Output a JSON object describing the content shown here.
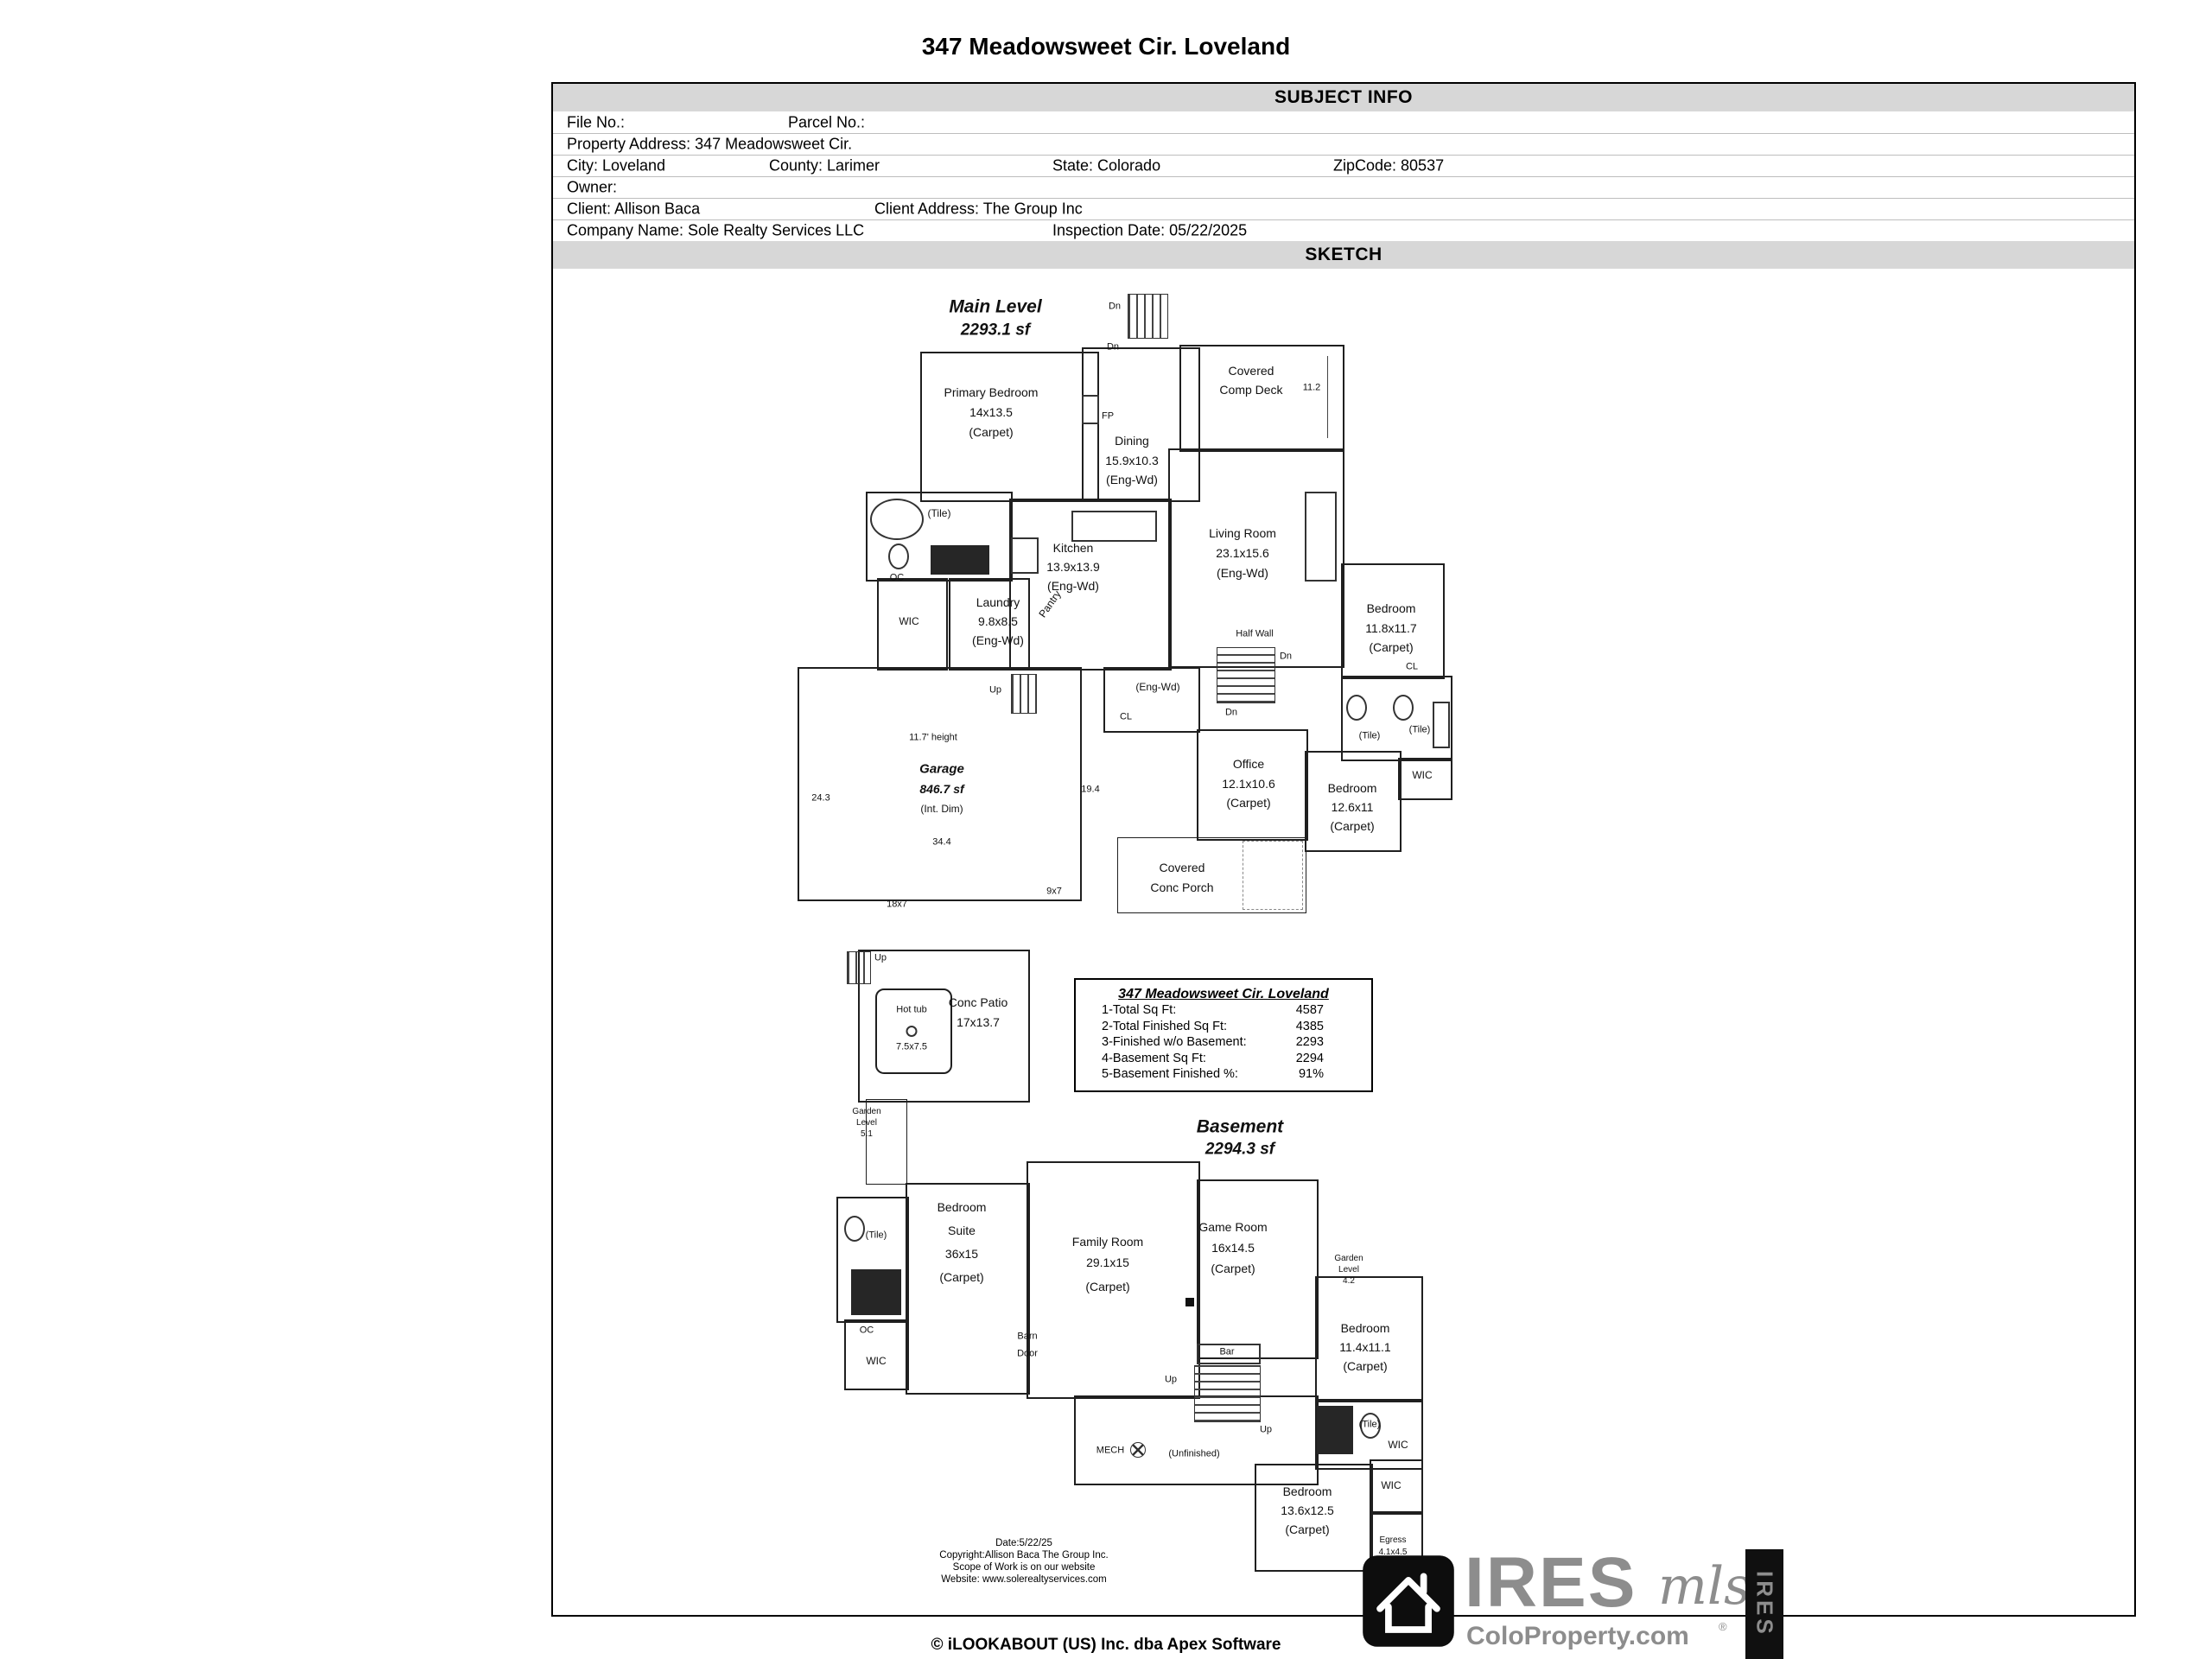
{
  "page": {
    "title": "347 Meadowsweet Cir. Loveland",
    "footer": "© iLOOKABOUT (US) Inc. dba Apex Software"
  },
  "subject_info": {
    "header": "SUBJECT INFO",
    "file_no": "File No.:",
    "parcel_no": "Parcel No.:",
    "property_address": "Property Address: 347 Meadowsweet Cir.",
    "city": "City: Loveland",
    "county": "County: Larimer",
    "state": "State: Colorado",
    "zipcode": "ZipCode: 80537",
    "owner": "Owner:",
    "client": "Client: Allison Baca",
    "client_address": "Client Address: The Group Inc",
    "company_name": "Company Name: Sole Realty Services LLC",
    "inspection_date": "Inspection Date: 05/22/2025"
  },
  "sketch": {
    "header": "SKETCH",
    "main_level": {
      "title": "Main Level",
      "area": "2293.1 sf",
      "dn_top": "Dn",
      "dn_top2": "Dn",
      "primary_bedroom": {
        "name": "Primary Bedroom",
        "dim": "14x13.5",
        "floor": "(Carpet)"
      },
      "fp": "FP",
      "dining": {
        "name": "Dining",
        "dim": "15.9x10.3",
        "floor": "(Eng-Wd)"
      },
      "deck": {
        "line1": "Covered",
        "line2": "Comp Deck",
        "dim": "11.2"
      },
      "living_room": {
        "name": "Living Room",
        "dim": "23.1x15.6",
        "floor": "(Eng-Wd)"
      },
      "bath_tile": "(Tile)",
      "kitchen": {
        "name": "Kitchen",
        "dim": "13.9x13.9",
        "floor": "(Eng-Wd)"
      },
      "pantry": "Pantry",
      "oc": "OC",
      "wic": "WIC",
      "laundry": {
        "name": "Laundry",
        "dim": "9.8x8.5",
        "floor": "(Eng-Wd)"
      },
      "up": "Up",
      "garage": {
        "height": "11.7' height",
        "name": "Garage",
        "area": "846.7 sf",
        "note": "(Int. Dim)",
        "dim_left": "24.3",
        "dim_right": "19.4",
        "dim_width": "34.4",
        "door1": "18x7",
        "door2": "9x7"
      },
      "hall_floor": "(Eng-Wd)",
      "hall_cl": "CL",
      "half_wall": "Half Wall",
      "dn_mid": "Dn",
      "dn_mid2": "Dn",
      "office": {
        "name": "Office",
        "dim": "12.1x10.6",
        "floor": "(Carpet)"
      },
      "bedroom_ne": {
        "name": "Bedroom",
        "dim": "11.8x11.7",
        "floor": "(Carpet)"
      },
      "cl_ne": "CL",
      "bath_tile1": "(Tile)",
      "bath_tile2": "(Tile)",
      "wic_e": "WIC",
      "bedroom_se": {
        "name": "Bedroom",
        "dim": "12.6x11",
        "floor": "(Carpet)"
      },
      "porch": {
        "line1": "Covered",
        "line2": "Conc Porch"
      }
    },
    "summary": {
      "title": "347 Meadowsweet Cir. Loveland",
      "rows": [
        {
          "label": "1-Total Sq Ft:",
          "value": "4587"
        },
        {
          "label": "2-Total Finished Sq Ft:",
          "value": "4385"
        },
        {
          "label": "3-Finished w/o Basement:",
          "value": "2293"
        },
        {
          "label": "4-Basement Sq Ft:",
          "value": "2294"
        },
        {
          "label": "5-Basement Finished %:",
          "value": "91%"
        }
      ]
    },
    "basement": {
      "title": "Basement",
      "area": "2294.3 sf",
      "up_patio": "Up",
      "conc_patio": {
        "name": "Conc Patio",
        "dim": "17x13.7"
      },
      "hot_tub": {
        "name": "Hot tub",
        "dim": "7.5x7.5"
      },
      "garden_level_1": {
        "line1": "Garden",
        "line2": "Level",
        "line3": "5.1"
      },
      "bath_tile": "(Tile)",
      "oc": "OC",
      "wic": "WIC",
      "bedroom_suite": {
        "name": "Bedroom",
        "name2": "Suite",
        "dim": "36x15",
        "floor": "(Carpet)"
      },
      "family_room": {
        "name": "Family Room",
        "dim": "29.1x15",
        "floor": "(Carpet)"
      },
      "game_room": {
        "name": "Game Room",
        "dim": "16x14.5",
        "floor": "(Carpet)"
      },
      "barn_door": {
        "line1": "Barn",
        "line2": "Door"
      },
      "bar": "Bar",
      "up1": "Up",
      "up2": "Up",
      "garden_level_2": {
        "line1": "Garden",
        "line2": "Level",
        "line3": "4.2"
      },
      "bedroom_b1": {
        "name": "Bedroom",
        "dim": "11.4x11.1",
        "floor": "(Carpet)"
      },
      "bath_tile_b": "(Tile)",
      "wic_b1": "WIC",
      "mech": "MECH",
      "unfinished": "(Unfinished)",
      "bedroom_b2": {
        "name": "Bedroom",
        "dim": "13.6x12.5",
        "floor": "(Carpet)"
      },
      "wic_b2": "WIC",
      "egress": {
        "name": "Egress",
        "dim": "4.1x4.5"
      }
    },
    "copyright": {
      "line1": "Date:5/22/25",
      "line2": "Copyright:Allison Baca The Group Inc.",
      "line3": "Scope of Work is on our website",
      "line4": "Website: www.solerealtyservices.com"
    }
  },
  "watermark": {
    "brand": "IRES",
    "brand_script": "mls",
    "registered": "®",
    "site": "ColoProperty.com",
    "site_registered": "®",
    "vertical": "IRES"
  }
}
